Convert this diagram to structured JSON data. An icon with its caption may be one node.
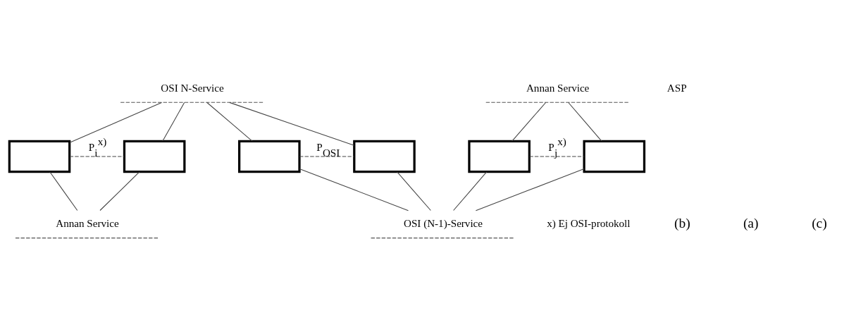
{
  "diagram": {
    "nodes": [
      {
        "text": [
          "Annan Service"
        ]
      },
      {
        "text": [
          "OSI N-Service"
        ]
      },
      {
        "text": [],
        "shape": "box"
      },
      {
        "text": [],
        "shape": "box"
      },
      {
        "text": [],
        "shape": "box"
      },
      {
        "text": [],
        "shape": "box"
      },
      {
        "text": [],
        "shape": "box"
      },
      {
        "text": [],
        "shape": "box"
      },
      {
        "text": [
          "OSI (N-1)-Service"
        ]
      },
      {
        "text": [
          "Annan Service"
        ]
      }
    ],
    "edges": [
      {
        "from": 1,
        "to": 2,
        "arrow": "none"
      },
      {
        "from": 1,
        "to": 3,
        "arrow": "none"
      },
      {
        "from": 1,
        "to": 4,
        "arrow": "none"
      },
      {
        "from": 1,
        "to": 5,
        "arrow": "none"
      },
      {
        "from": 0,
        "to": 6,
        "arrow": "none"
      },
      {
        "from": 0,
        "to": 7,
        "arrow": "none"
      },
      {
        "from": 2,
        "to": 3,
        "arrow": "none",
        "style": "dashed",
        "label": "P$_{i}$$^{x)}$"
      },
      {
        "from": 4,
        "to": 5,
        "arrow": "none",
        "style": "dashed",
        "label": "P$_{OSI}$"
      },
      {
        "from": 6,
        "to": 7,
        "arrow": "none",
        "style": "dashed",
        "label": "P$_{j}$$^{x)}$"
      },
      {
        "from": 2,
        "to": 9,
        "arrow": "none"
      },
      {
        "from": 3,
        "to": 9,
        "arrow": "none"
      },
      {
        "from": 4,
        "to": 8,
        "arrow": "none"
      },
      {
        "from": 5,
        "to": 8,
        "arrow": "none"
      },
      {
        "from": 6,
        "to": 8,
        "arrow": "none"
      },
      {
        "from": 7,
        "to": 8,
        "arrow": "none"
      }
    ],
    "labels": [
      "ASP",
      "x) Ej OSI-protokoll",
      "(b)",
      "(a)",
      "(c)"
    ]
  }
}
